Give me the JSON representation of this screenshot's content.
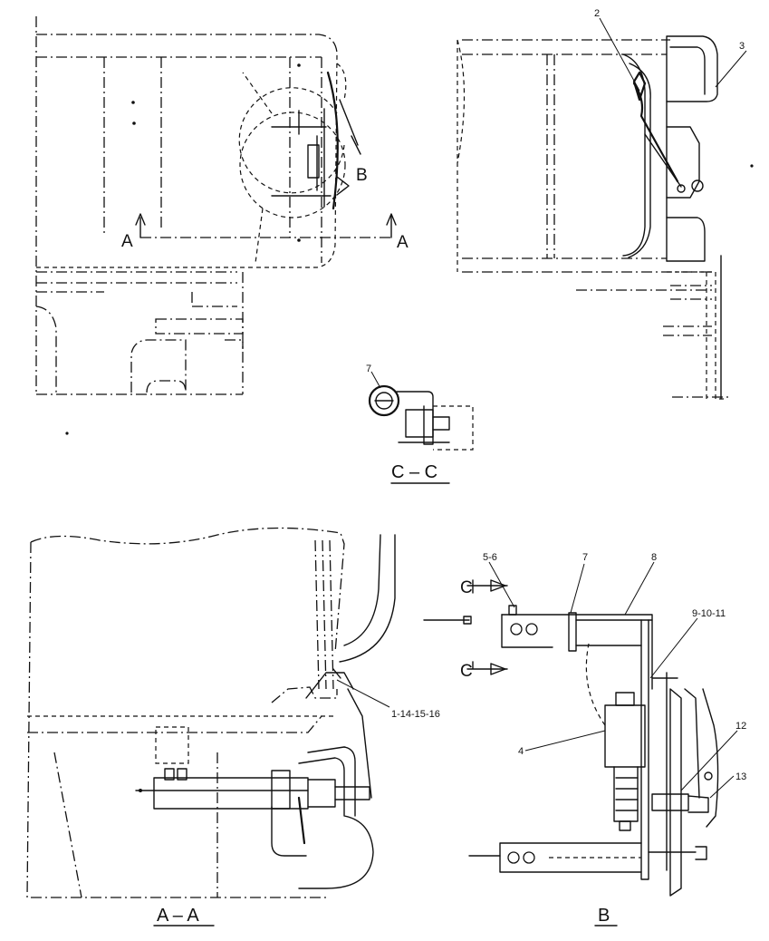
{
  "callouts": {
    "c2": "2",
    "c3": "3",
    "c7_top": "7",
    "c5_6": "5-6",
    "c7_b": "7",
    "c8": "8",
    "c9_10_11": "9-10-11",
    "c1_14_15_16": "1-14-15-16",
    "c4": "4",
    "c12": "12",
    "c13": "13"
  },
  "views": {
    "a_left": "A",
    "a_right": "A",
    "b_marker": "B",
    "c_upper": "C",
    "c_lower": "C"
  },
  "section_titles": {
    "cc": "C – C",
    "aa": "A – A",
    "b": "B"
  }
}
